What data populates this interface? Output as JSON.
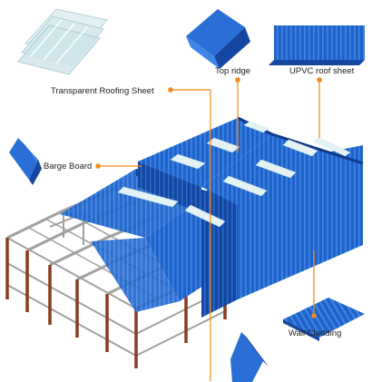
{
  "labels": {
    "transparent_roofing_sheet": "Transparent Roofing Sheet",
    "top_ridge": "Top ridge",
    "upvc_roof_sheet": "UPVC roof sheet",
    "barge_board": "Barge Board",
    "wall_cladding": "Wall Cladding"
  },
  "colors": {
    "roof_blue": "#1f63c9",
    "roof_dark": "#1546a0",
    "roof_light": "#3f86e6",
    "frame": "#9a9a9a",
    "column_rust": "#8b3a1e",
    "translucent": "#dfeef2",
    "callout_line": "#f08a1c"
  }
}
